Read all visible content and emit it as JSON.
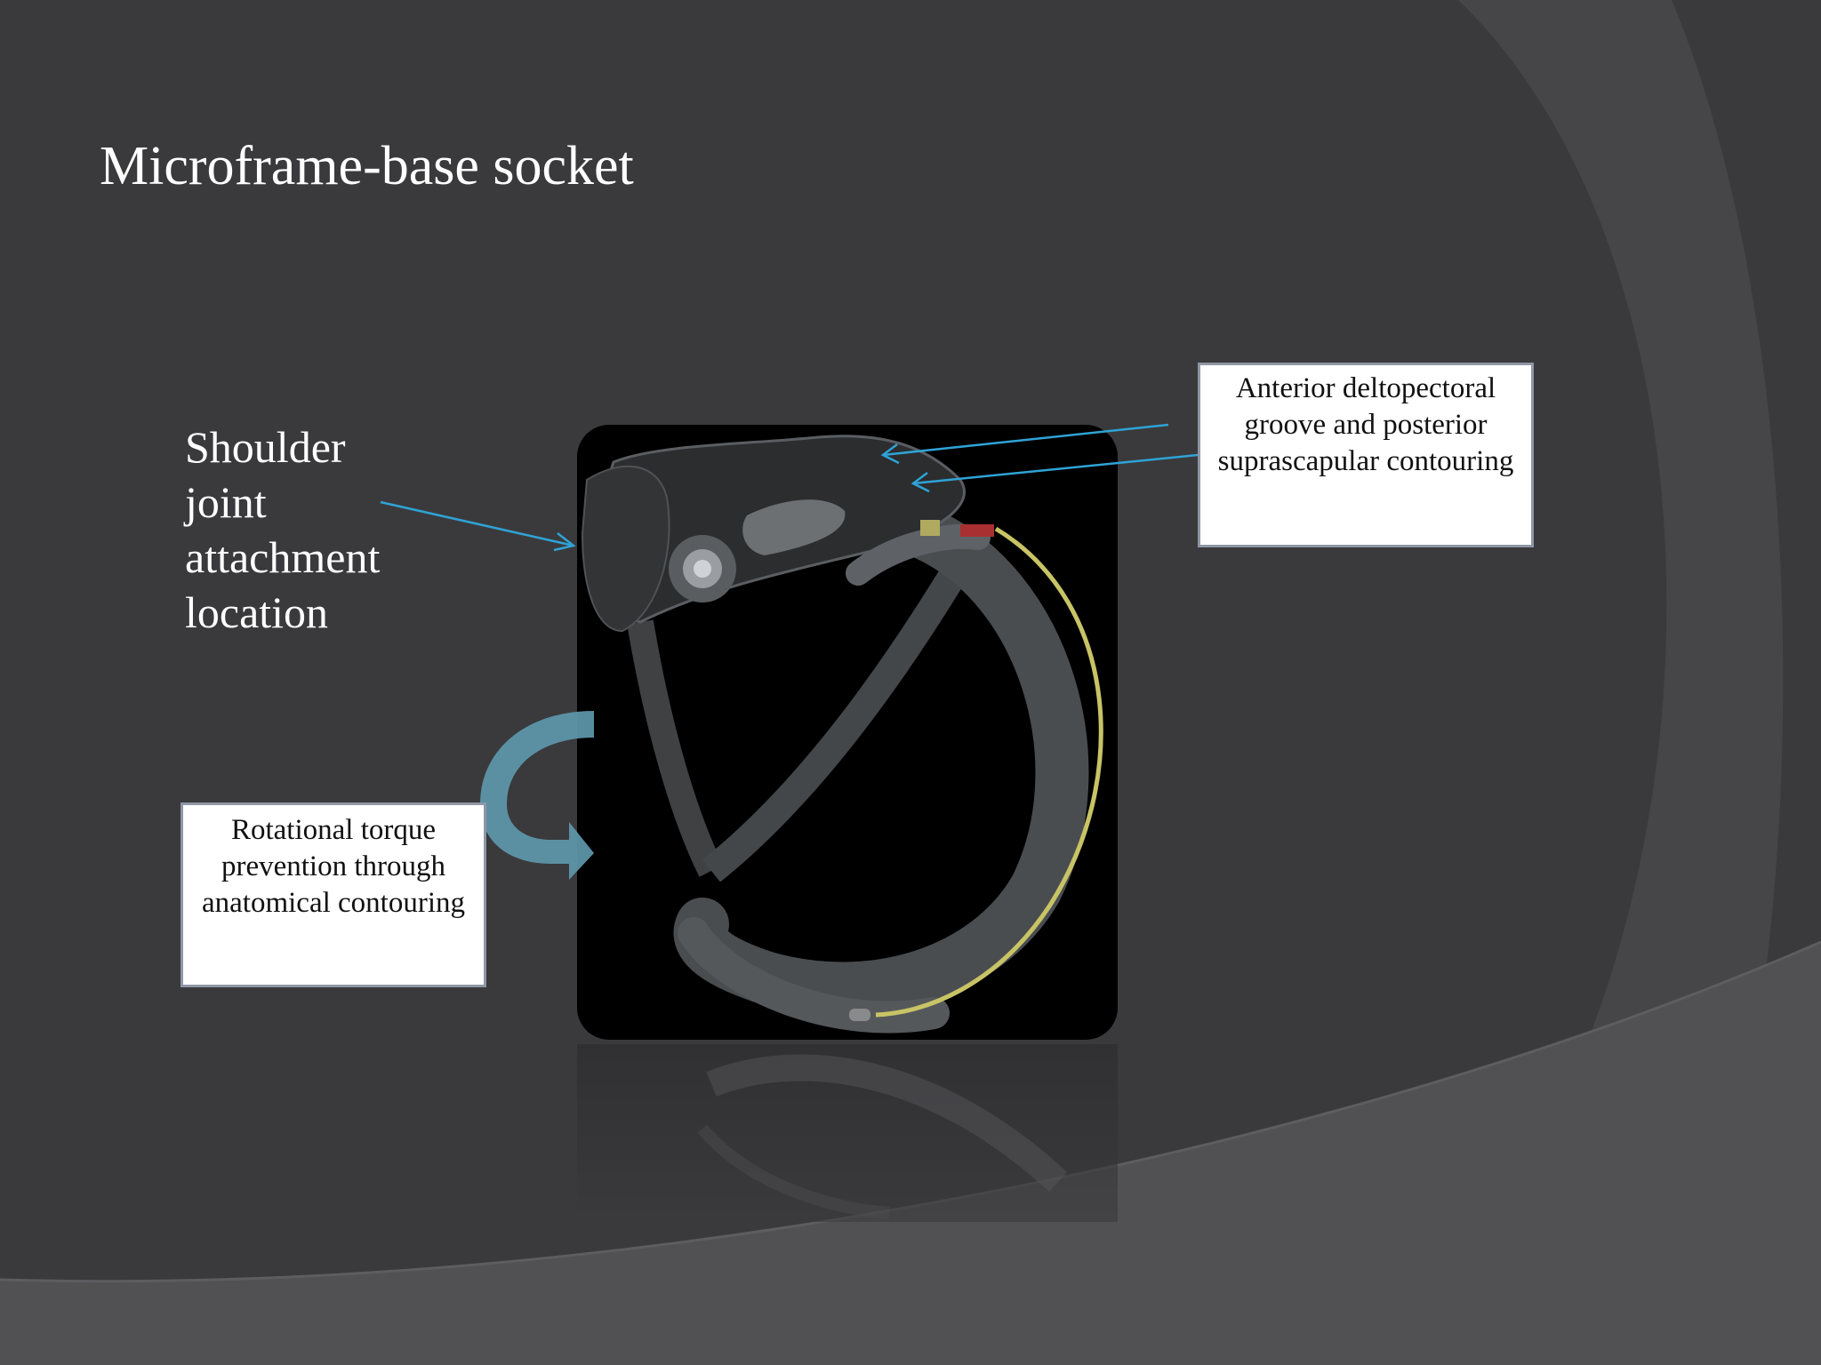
{
  "slide": {
    "title": "Microframe-base socket",
    "shoulder_label": "Shoulder joint attachment location",
    "callout_anterior": "Anterior deltopectoral groove and posterior suprascapular contouring",
    "callout_rotational": "Rotational torque prevention through anatomical contouring"
  },
  "colors": {
    "background": "#3a3a3c",
    "text": "#ffffff",
    "pointer_arrow": "#2fa3d6",
    "curved_arrow": "#5e98ac",
    "callout_border": "#8f97a6"
  }
}
